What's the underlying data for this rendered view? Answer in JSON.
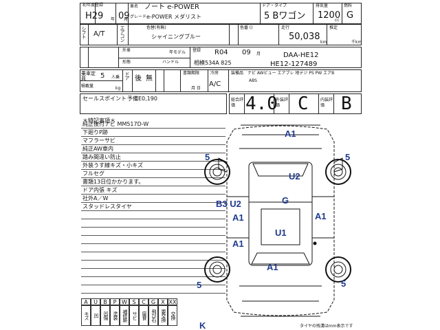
{
  "header": {
    "first_reg_label": "初年度登録",
    "year_label": "年",
    "month_label": "月",
    "first_reg_year": "H29",
    "first_reg_month": "09",
    "car_name_label": "車名",
    "car_name": "ノート e-POWER",
    "grade_label": "グレード",
    "grade": "e-POWER メダリスト",
    "door_type_label": "ドア・タイプ",
    "door_type": "5 Bワゴン",
    "displacement_label": "排気量",
    "displacement": "1200",
    "cc_label": "cc",
    "fuel_label": "燃料",
    "fuel": "G"
  },
  "row2": {
    "shift_label": "シフト",
    "shift": "A/T",
    "aircon_label": "エアコン",
    "color_label": "色替(有無)",
    "color": "シャイニングブルー",
    "inner_color_label": "色番 ()",
    "mileage_label": "走行",
    "mileage": "50,038",
    "km_label": "km",
    "estimate_label": "推定",
    "thousand_km_label": "千km"
  },
  "row3": {
    "outer_label": "外車",
    "model_year_label": "年モデル",
    "handle_label": "ハンドル",
    "shape_label": "形態",
    "reg_label": "登録",
    "reg_era": "R04",
    "reg_month": "09",
    "month_label": "月",
    "plate": "相模534A 825",
    "model_code": "DAA-HE12",
    "chassis_no": "HE12-127489"
  },
  "row4": {
    "capacity_label": "乗車定員",
    "capacity": "5",
    "capacity_unit": "人乗",
    "load_label": "積載量",
    "load_unit": "kg",
    "dr_label": "ドア",
    "window_label": "後",
    "window_value": "無",
    "doc_label": "書類期限",
    "doc_unit": "月 日",
    "ac_label": "冷房",
    "ac_value": "A/C",
    "equip_label": "装備品",
    "equip_items": "ナビ AWビュー エアブレ 地デジ PS PW エアB",
    "equip_items2": "ABS"
  },
  "sales_point": {
    "label": "セールスポイント",
    "text": "予備E0,190"
  },
  "rating": {
    "total_label": "総合評価",
    "total": "4.0",
    "exterior_label": "外装評価",
    "exterior": "C",
    "interior_label": "内装評価",
    "interior": "B"
  },
  "notes": {
    "title": "＊特記事項＊",
    "lines": [
      "純正後付ナビ MM517D-W",
      "下廻りP跡",
      "マフラーサビ",
      "純正AW車内",
      "踏み間違い防止",
      "外装うす線キズ・小キズ",
      "フルセグ",
      "書類13日位かかります。",
      "ドア内張 キズ",
      "社外A／W",
      "スタッドレスタイヤ"
    ]
  },
  "damage_marks": {
    "front_roof": "A1",
    "left_front_tire": "5",
    "right_front_tire": "5",
    "hood": "U2",
    "b3u2": "B3 U2",
    "g": "G",
    "left_door_front": "A1",
    "right_door": "A1",
    "center": "U1",
    "left_door_rear": "A1",
    "trunk": "A1",
    "left_rear_tire": "5",
    "right_rear_tire": "5",
    "k": "K"
  },
  "legend": {
    "headers": [
      "A",
      "U",
      "B",
      "P",
      "W",
      "S",
      "C",
      "G",
      "X",
      "XX"
    ],
    "labels": [
      "キズ",
      "凹",
      "凹傷",
      "塗装",
      "補修跡",
      "サビ",
      "腐食",
      "飛び石",
      "要交換",
      "交換"
    ]
  },
  "footer": {
    "tire_note": "タイヤの残溝はmm表示です"
  }
}
